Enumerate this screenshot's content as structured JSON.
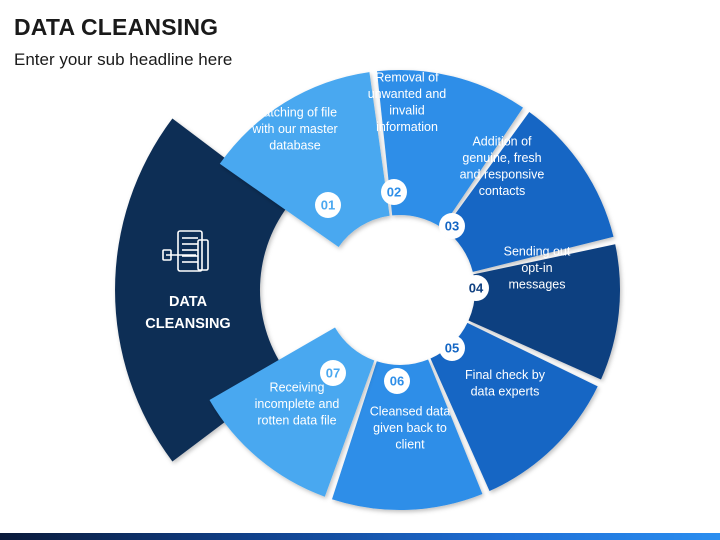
{
  "header": {
    "title": "DATA CLEANSING",
    "subtitle": "Enter your sub headline here"
  },
  "center": {
    "label_line1": "DATA",
    "label_line2": "CLEANSING",
    "icon": "data-cleansing-icon",
    "color": "#0c2d55"
  },
  "steps": [
    {
      "number": "01",
      "lines": [
        "Matching of file",
        "with our master",
        "database"
      ],
      "color": "#4aa8f0"
    },
    {
      "number": "02",
      "lines": [
        "Removal of",
        "unwanted and",
        "invalid",
        "information"
      ],
      "color": "#2e8ee8"
    },
    {
      "number": "03",
      "lines": [
        "Addition of",
        "genuine, fresh",
        "and responsive",
        "contacts"
      ],
      "color": "#1466c4"
    },
    {
      "number": "04",
      "lines": [
        "Sending out",
        "opt-in",
        "messages"
      ],
      "color": "#0e3f80"
    },
    {
      "number": "05",
      "lines": [
        "Final check by",
        "data experts"
      ],
      "color": "#1466c4"
    },
    {
      "number": "06",
      "lines": [
        "Cleansed data",
        "given back to",
        "client"
      ],
      "color": "#2e8ee8"
    },
    {
      "number": "07",
      "lines": [
        "Receiving",
        "incomplete and",
        "rotten data file"
      ],
      "color": "#4aa8f0"
    }
  ]
}
